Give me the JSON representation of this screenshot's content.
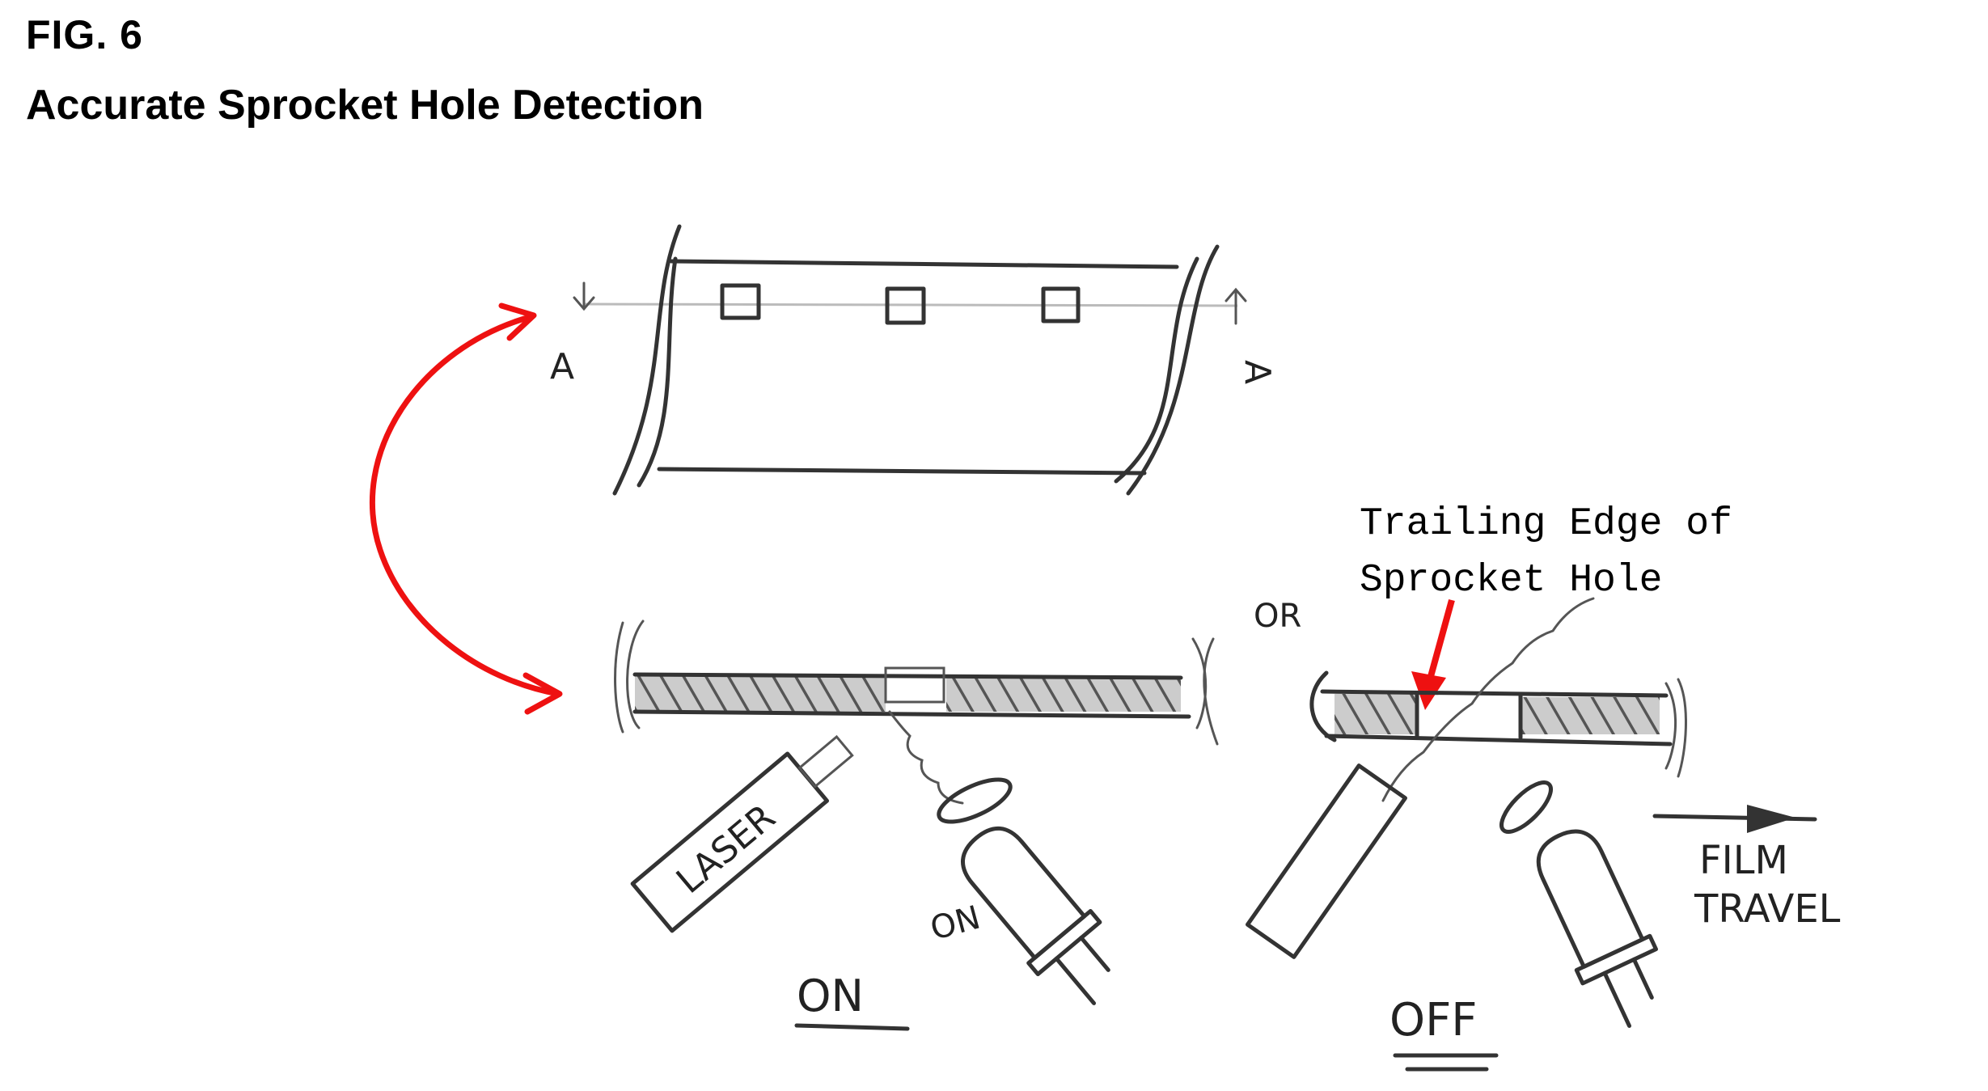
{
  "header": {
    "figure_label": "FIG. 6",
    "title": "Accurate Sprocket Hole Detection"
  },
  "diagram": {
    "section_labels": {
      "left": "A",
      "right": "A"
    },
    "laser_label": "LASER",
    "sensor_on_label": "ON",
    "state_on_caption": "ON",
    "or_label": "OR",
    "annotation_line1": "Trailing Edge of",
    "annotation_line2": "Sprocket Hole",
    "film_travel_line1": "FILM",
    "film_travel_line2": "TRAVEL",
    "state_off_caption": "OFF",
    "accent_color": "#ee1111"
  }
}
